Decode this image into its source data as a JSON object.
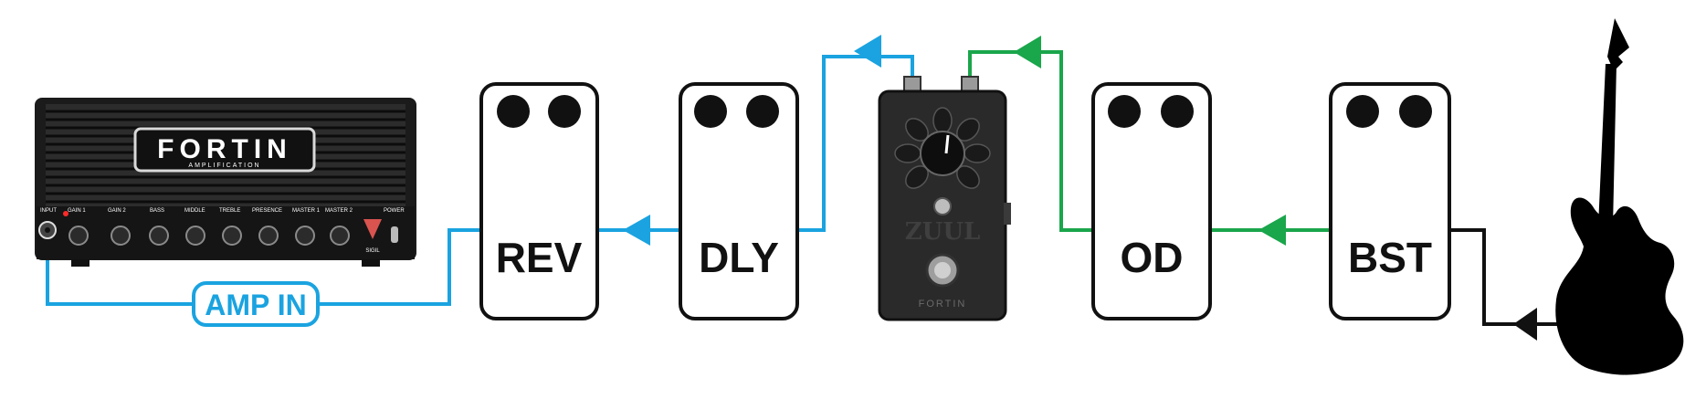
{
  "colors": {
    "blue_cable": "#1aa3e0",
    "green_cable": "#1aa64b",
    "black_cable": "#111111",
    "pedal_outline": "#111111",
    "amp_body": "#1b1b1b",
    "noise_gate_body": "#2a2a2a"
  },
  "amp": {
    "brand": "FORTIN",
    "sub_brand": "AMPLIFICATION",
    "knob_labels": [
      "INPUT",
      "GAIN 1",
      "GAIN 2",
      "BASS",
      "MIDDLE",
      "TREBLE",
      "PRESENCE",
      "MASTER 1",
      "MASTER 2",
      "POWER"
    ],
    "model": "SIGIL"
  },
  "pedals": {
    "reverb": "REV",
    "delay": "DLY",
    "overdrive": "OD",
    "boost": "BST"
  },
  "noise_gate": {
    "name": "ZUUL",
    "brand": "FORTIN"
  },
  "connection_label": "AMP IN",
  "icons": {
    "guitar": "guitar-icon",
    "signal_arrow": "arrow-left-icon"
  }
}
